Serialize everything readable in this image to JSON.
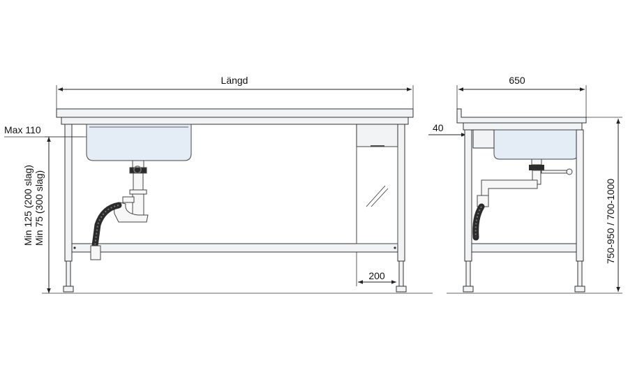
{
  "front_view": {
    "length_label": "Längd",
    "max_label": "Max 110",
    "min_label_1": "Min 125 (200 slag)",
    "min_label_2": "Min 75 (300 slag)",
    "offset_label": "200"
  },
  "side_view": {
    "depth_label": "650",
    "lip_label": "40",
    "height_label": "750-950 / 700-1000"
  }
}
